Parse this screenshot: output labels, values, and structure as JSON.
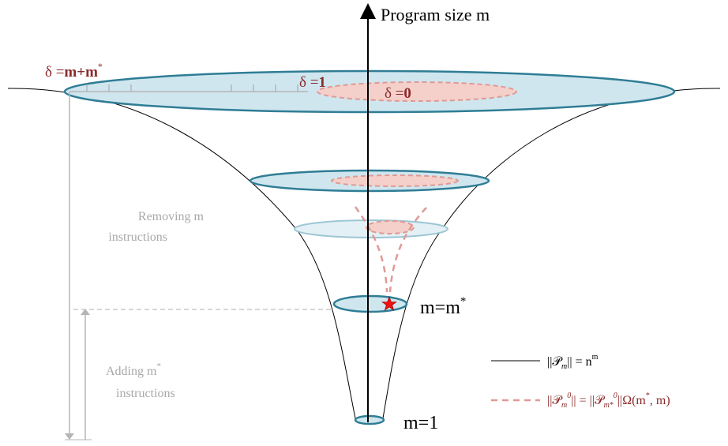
{
  "axis": {
    "label": "Program size m"
  },
  "levels": {
    "top_left": "m+m",
    "star_level": "m=m",
    "bottom_level": "m=1"
  },
  "delta_labels": {
    "prefix": "δ =",
    "outer": "m+m",
    "one": "1",
    "zero": "0",
    "star": "*"
  },
  "annotations": {
    "removing_line1": "Removing m",
    "removing_line2": "instructions",
    "adding_line1": "Adding m",
    "adding_star": "*",
    "adding_line2": "instructions"
  },
  "legend": {
    "solid_text": "||𝒫",
    "solid_sub": "m",
    "solid_mid": "|| = n",
    "solid_sup": "m",
    "dashed_text": "||𝒫",
    "dashed_sub": "m",
    "dashed_sup": "0",
    "dashed_mid": "|| = ||𝒫",
    "dashed_sub2": "m*",
    "dashed_sup2": "0",
    "dashed_end": "||Ω(m",
    "dashed_end_sup": "*",
    "dashed_tail": ", m)"
  },
  "colors": {
    "disk_fill": "#cfe6ef",
    "disk_stroke": "#2f7d95",
    "dashed_red": "#e09a94",
    "dashed_fill": "#f5cfc9",
    "delta_text": "#8b2a2a",
    "gray": "#b5b5b5",
    "star": "#e11"
  }
}
